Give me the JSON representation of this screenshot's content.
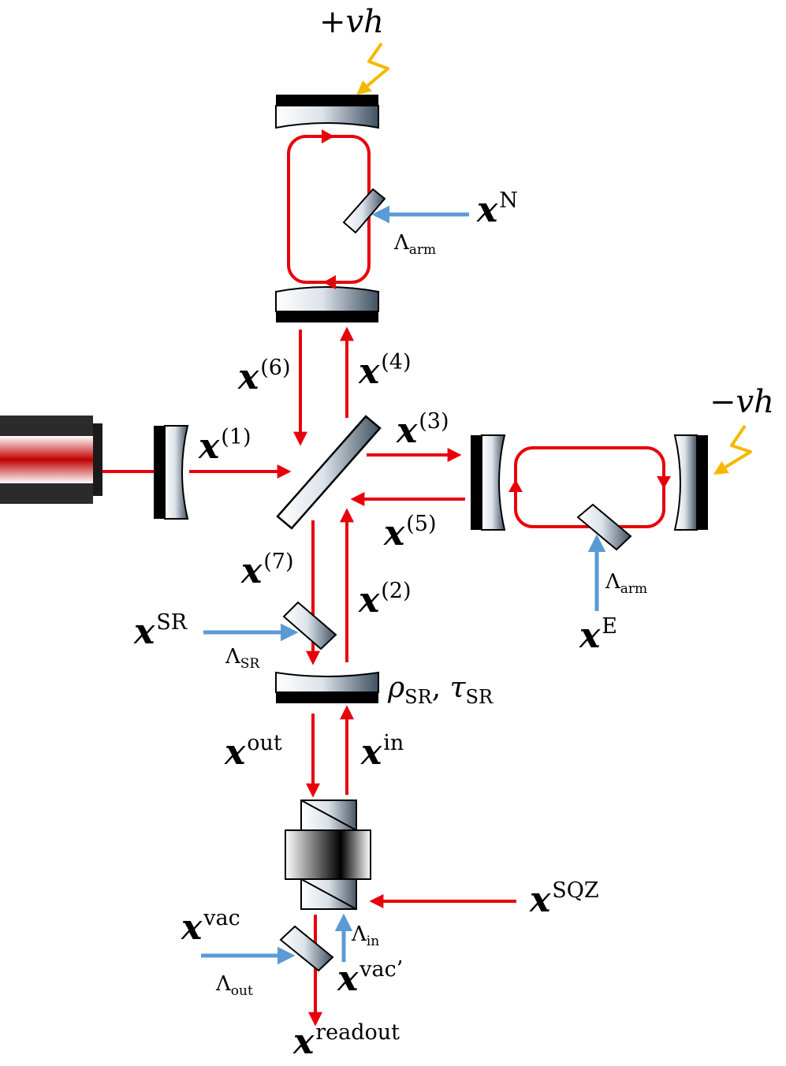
{
  "signals": {
    "plus_vh": "+vh",
    "minus_vh": "−vh"
  },
  "fields": {
    "x1": {
      "base": "x",
      "sup": "(1)"
    },
    "x2": {
      "base": "x",
      "sup": "(2)"
    },
    "x3": {
      "base": "x",
      "sup": "(3)"
    },
    "x4": {
      "base": "x",
      "sup": "(4)"
    },
    "x5": {
      "base": "x",
      "sup": "(5)"
    },
    "x6": {
      "base": "x",
      "sup": "(6)"
    },
    "x7": {
      "base": "x",
      "sup": "(7)"
    },
    "xN": {
      "base": "x",
      "sup": "N"
    },
    "xE": {
      "base": "x",
      "sup": "E"
    },
    "xSR": {
      "base": "x",
      "sup": "SR"
    },
    "xout": {
      "base": "x",
      "sup": "out"
    },
    "xin": {
      "base": "x",
      "sup": "in"
    },
    "xSQZ": {
      "base": "x",
      "sup": "SQZ"
    },
    "xvac": {
      "base": "x",
      "sup": "vac"
    },
    "xvac2": {
      "base": "x",
      "sup": "vac’"
    },
    "xreadout": {
      "base": "x",
      "sup": "readout"
    }
  },
  "losses": {
    "arm_n": {
      "base": "Λ",
      "sub": "arm"
    },
    "arm_e": {
      "base": "Λ",
      "sub": "arm"
    },
    "sr": {
      "base": "Λ",
      "sub": "SR"
    },
    "in": {
      "base": "Λ",
      "sub": "in"
    },
    "out": {
      "base": "Λ",
      "sub": "out"
    }
  },
  "sr_mirror": {
    "rho": "ρ",
    "rho_sub": "SR",
    "sep": ", ",
    "tau": "τ",
    "tau_sub": "SR"
  },
  "colors": {
    "beam": "#e8000b",
    "vacuum_input": "#5b9bd5",
    "gw_signal": "#f5b800",
    "mirror_coating": "#000000",
    "laser_body": "#2b2b2b"
  }
}
